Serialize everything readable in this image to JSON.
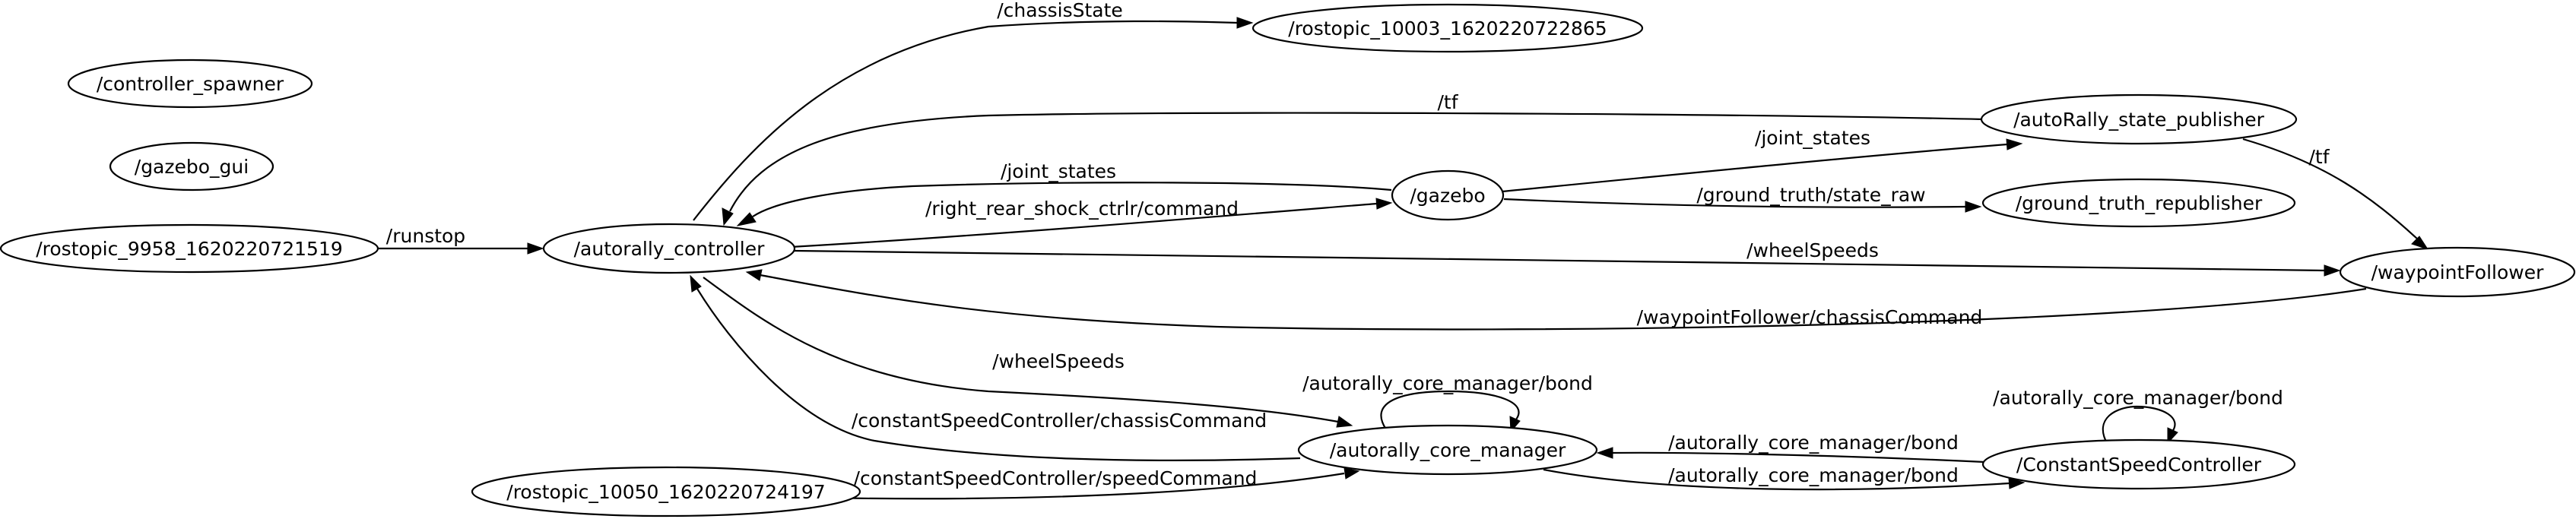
{
  "nodes": {
    "controller_spawner": "/controller_spawner",
    "gazebo_gui": "/gazebo_gui",
    "rostopic_9958": "/rostopic_9958_1620220721519",
    "autorally_controller": "/autorally_controller",
    "rostopic_10003": "/rostopic_10003_1620220722865",
    "gazebo": "/gazebo",
    "autoRally_state_publisher": "/autoRally_state_publisher",
    "ground_truth_republisher": "/ground_truth_republisher",
    "waypointFollower": "/waypointFollower",
    "autorally_core_manager": "/autorally_core_manager",
    "rostopic_10050": "/rostopic_10050_1620220724197",
    "ConstantSpeedController": "/ConstantSpeedController"
  },
  "edges": {
    "chassisState": "/chassisState",
    "runstop": "/runstop",
    "tf_controller": "/tf",
    "tf_waypoint": "/tf",
    "joint_states_gazebo_controller": "/joint_states",
    "joint_states_gazebo_statepub": "/joint_states",
    "shock_command": "/right_rear_shock_ctrlr/command",
    "ground_truth": "/ground_truth/state_raw",
    "wheelSpeeds_waypoint": "/wheelSpeeds",
    "waypoint_chassisCommand": "/waypointFollower/chassisCommand",
    "wheelSpeeds_core": "/wheelSpeeds",
    "core_bond_self": "/autorally_core_manager/bond",
    "constantSpeed_chassisCommand": "/constantSpeedController/chassisCommand",
    "speedCommand": "/constantSpeedController/speedCommand",
    "bond_to_core": "/autorally_core_manager/bond",
    "bond_to_csc": "/autorally_core_manager/bond",
    "csc_bond_self": "/autorally_core_manager/bond"
  }
}
